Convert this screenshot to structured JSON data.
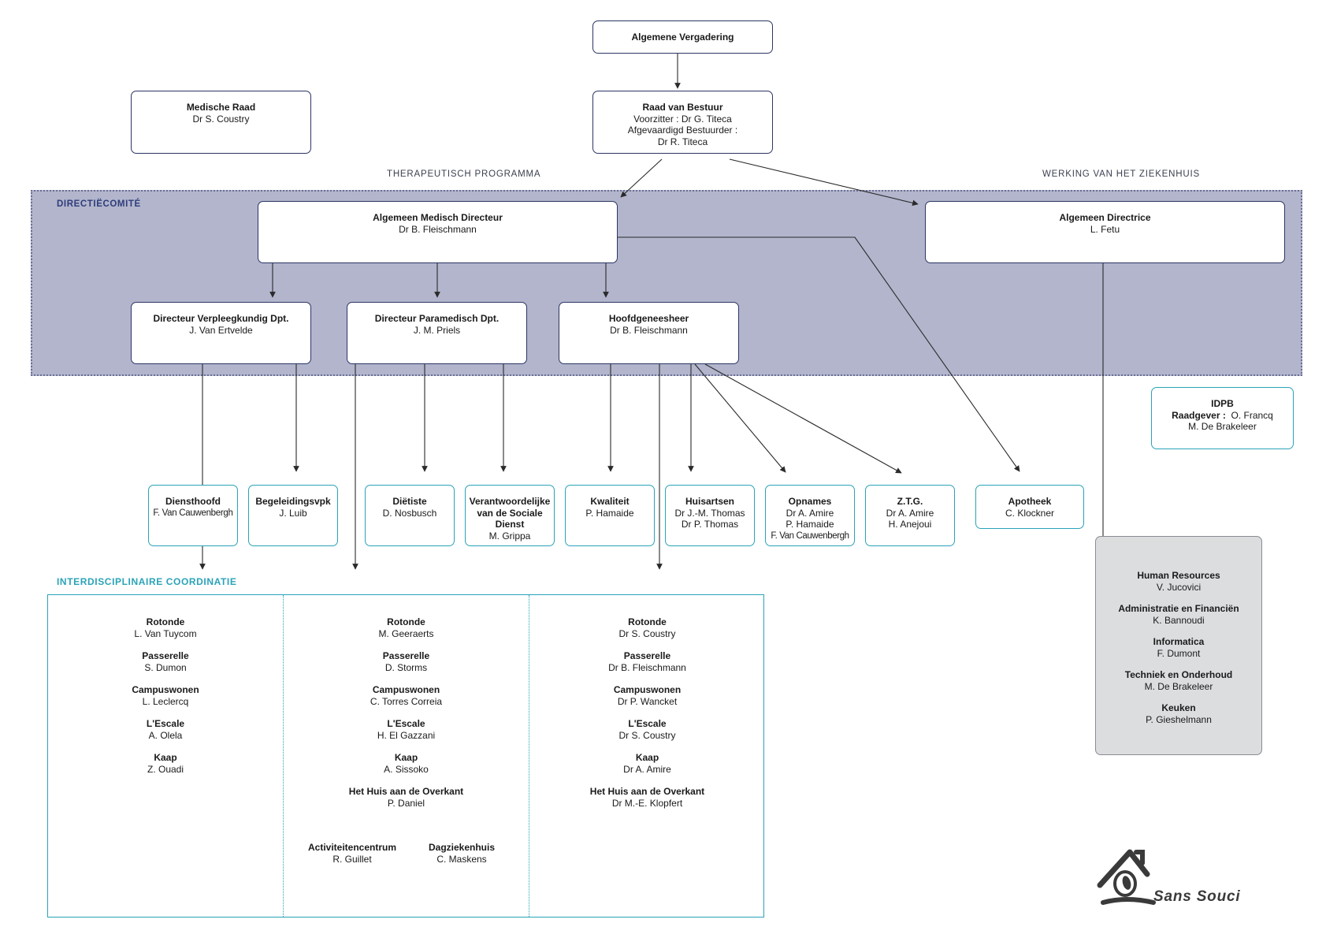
{
  "sections": {
    "therapeutic": "THERAPEUTISCH PROGRAMMA",
    "operations": "WERKING VAN HET ZIEKENHUIS",
    "directie": "DIRECTIËCOMITÉ",
    "coordination": "INTERDISCIPLINAIRE COORDINATIE"
  },
  "top": {
    "assembly": {
      "title": "Algemene Vergadering"
    },
    "board": {
      "title": "Raad van Bestuur",
      "lines": [
        "Voorzitter :  Dr G. Titeca",
        "Afgevaardigd Bestuurder :",
        "Dr R. Titeca"
      ]
    },
    "medical_council": {
      "title": "Medische Raad",
      "lines": [
        "Dr S. Coustry"
      ]
    }
  },
  "directors": {
    "medical": {
      "title": "Algemeen Medisch Directeur",
      "name": "Dr B. Fleischmann"
    },
    "general": {
      "title": "Algemeen Directrice",
      "name": "L. Fetu"
    },
    "nursing": {
      "title": "Directeur Verpleegkundig Dpt.",
      "name": "J. Van Ertvelde"
    },
    "paramedical": {
      "title": "Directeur Paramedisch Dpt.",
      "name": "J. M. Priels"
    },
    "head_physician": {
      "title": "Hoofdgeneesheer",
      "name": "Dr B. Fleischmann"
    }
  },
  "idpb": {
    "title": "IDPB",
    "label": "Raadgever :",
    "lines": [
      "O. Francq",
      "M. De Brakeleer"
    ]
  },
  "units": [
    {
      "title": "Diensthoofd",
      "lines": [
        "F. Van Cauwenbergh"
      ]
    },
    {
      "title": "Begeleidingsvpk",
      "lines": [
        "J. Luib"
      ]
    },
    {
      "title": "Diëtiste",
      "lines": [
        "D. Nosbusch"
      ]
    },
    {
      "title": "Verantwoordelijke van de Sociale Dienst",
      "lines": [
        "M. Grippa"
      ]
    },
    {
      "title": "Kwaliteit",
      "lines": [
        "P. Hamaide"
      ]
    },
    {
      "title": "Huisartsen",
      "lines": [
        "Dr J.-M. Thomas",
        "Dr P. Thomas"
      ]
    },
    {
      "title": "Opnames",
      "lines": [
        "Dr A. Amire",
        "P. Hamaide",
        "F. Van Cauwenbergh"
      ]
    },
    {
      "title": "Z.T.G.",
      "lines": [
        "Dr A. Amire",
        "H. Anejoui"
      ]
    },
    {
      "title": "Apotheek",
      "lines": [
        "C. Klockner"
      ]
    }
  ],
  "coordination": {
    "col1": [
      {
        "title": "Rotonde",
        "name": "L. Van Tuycom"
      },
      {
        "title": "Passerelle",
        "name": "S. Dumon"
      },
      {
        "title": "Campuswonen",
        "name": "L. Leclercq"
      },
      {
        "title": "L'Escale",
        "name": "A. Olela"
      },
      {
        "title": "Kaap",
        "name": "Z. Ouadi"
      }
    ],
    "col2": [
      {
        "title": "Rotonde",
        "name": "M. Geeraerts"
      },
      {
        "title": "Passerelle",
        "name": "D. Storms"
      },
      {
        "title": "Campuswonen",
        "name": "C. Torres Correia"
      },
      {
        "title": "L'Escale",
        "name": "H. El Gazzani"
      },
      {
        "title": "Kaap",
        "name": "A. Sissoko"
      },
      {
        "title": "Het Huis aan de Overkant",
        "name": "P. Daniel"
      }
    ],
    "col2_sub": [
      {
        "title": "Activiteitencentrum",
        "name": "R. Guillet"
      },
      {
        "title": "Dagziekenhuis",
        "name": "C. Maskens"
      }
    ],
    "col3": [
      {
        "title": "Rotonde",
        "name": "Dr S. Coustry"
      },
      {
        "title": "Passerelle",
        "name": "Dr B. Fleischmann"
      },
      {
        "title": "Campuswonen",
        "name": "Dr P. Wancket"
      },
      {
        "title": "L'Escale",
        "name": "Dr S. Coustry"
      },
      {
        "title": "Kaap",
        "name": "Dr A. Amire"
      },
      {
        "title": "Het Huis aan de Overkant",
        "name": "Dr M.-E. Klopfert"
      }
    ]
  },
  "services": [
    {
      "title": "Human Resources",
      "name": "V. Jucovici"
    },
    {
      "title": "Administratie en Financiën",
      "name": "K. Bannoudi"
    },
    {
      "title": "Informatica",
      "name": "F. Dumont"
    },
    {
      "title": "Techniek en Onderhoud",
      "name": "M. De Brakeleer"
    },
    {
      "title": "Keuken",
      "name": "P. Gieshelmann"
    }
  ],
  "logo": {
    "text": "Sans Souci"
  },
  "colors": {
    "navy": "#2c3563",
    "teal": "#2aa3b8",
    "band": "#b2b5cc",
    "grey": "#dcdddf"
  }
}
